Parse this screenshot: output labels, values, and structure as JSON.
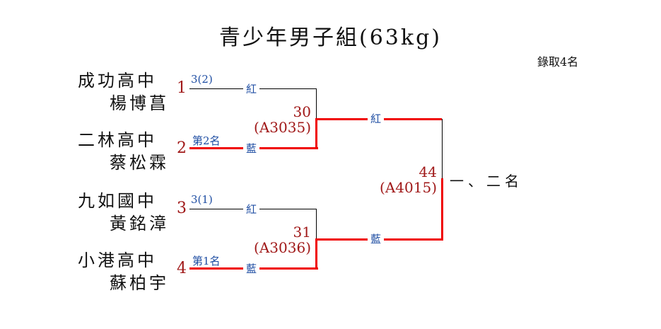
{
  "title": "青少年男子組(63kg)",
  "quota": "錄取4名",
  "colors": {
    "winner_line": "#f00000",
    "loser_line": "#000000",
    "seed_text": "#a01818",
    "corner_text": "#1f4ea3"
  },
  "competitors": [
    {
      "seed": "1",
      "school": "成功高中",
      "name": "楊博菖",
      "note": "3(2)",
      "corner": "紅",
      "winner": false
    },
    {
      "seed": "2",
      "school": "二林高中",
      "name": "蔡松霖",
      "note": "第2名",
      "corner": "藍",
      "winner": true
    },
    {
      "seed": "3",
      "school": "九如國中",
      "name": "黃銘漳",
      "note": "3(1)",
      "corner": "紅",
      "winner": false
    },
    {
      "seed": "4",
      "school": "小港高中",
      "name": "蘇柏宇",
      "note": "第1名",
      "corner": "藍",
      "winner": true
    }
  ],
  "semifinals": [
    {
      "match_no": "30",
      "code": "(A3035)"
    },
    {
      "match_no": "31",
      "code": "(A3036)"
    }
  ],
  "final": {
    "match_no": "44",
    "code": "(A4015)",
    "top_corner": "紅",
    "bottom_corner": "藍",
    "winner": "bottom",
    "result_label": "一、二名"
  }
}
